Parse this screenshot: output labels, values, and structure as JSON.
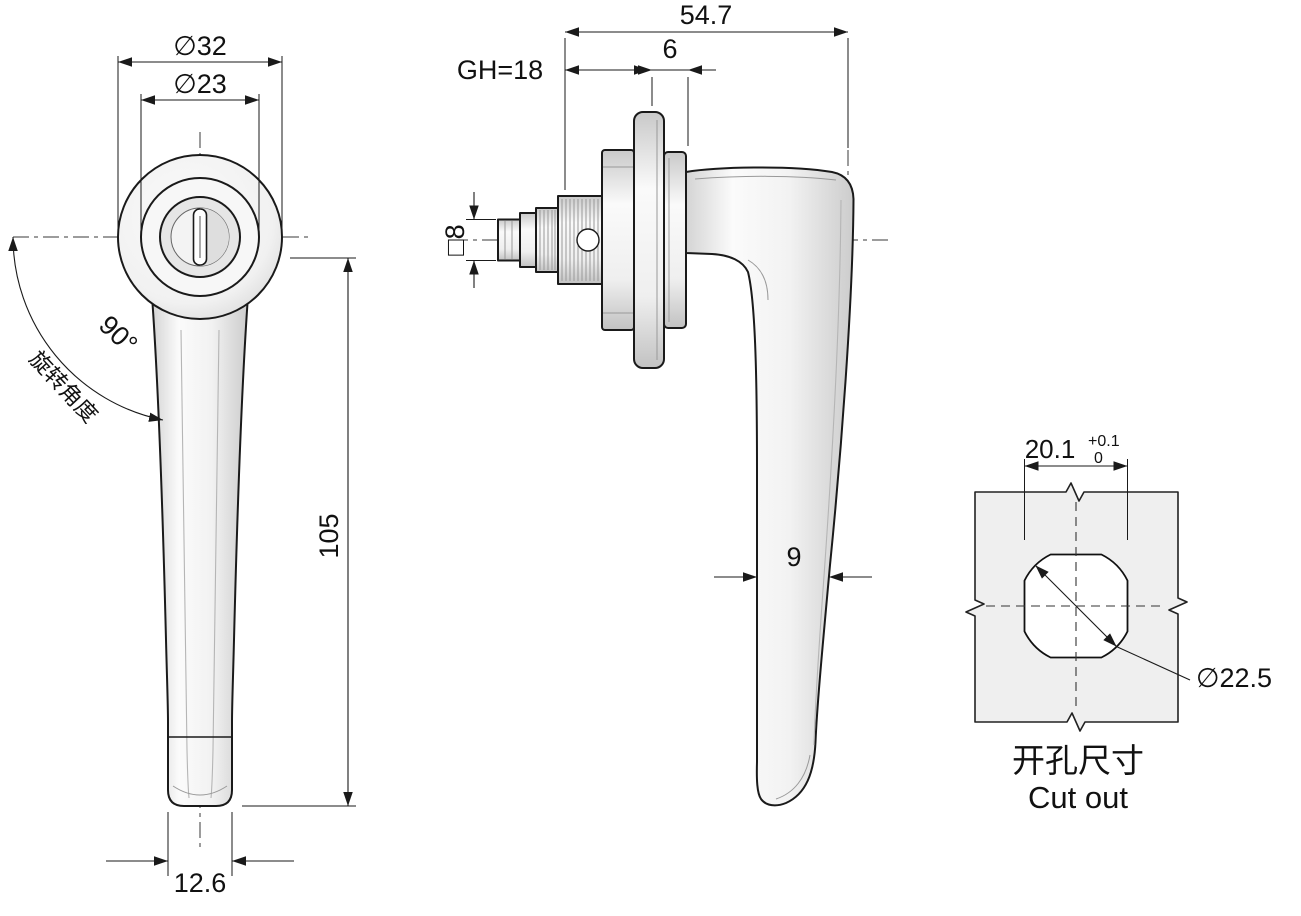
{
  "front_view": {
    "dia_outer": "∅32",
    "dia_inner": "∅23",
    "angle": "90°",
    "angle_caption": "旋转角度",
    "length": "105",
    "grip_width": "12.6"
  },
  "side_view": {
    "overall_length": "54.7",
    "grip_height": "GH=18",
    "flange_thickness": "6",
    "shaft_square": "□8",
    "handle_thickness": "9"
  },
  "cutout_view": {
    "cut_width": "20.1",
    "tol_upper": "+0.1",
    "tol_lower": "0",
    "cut_diameter": "∅22.5",
    "caption_zh": "开孔尺寸",
    "caption_en": "Cut out"
  }
}
